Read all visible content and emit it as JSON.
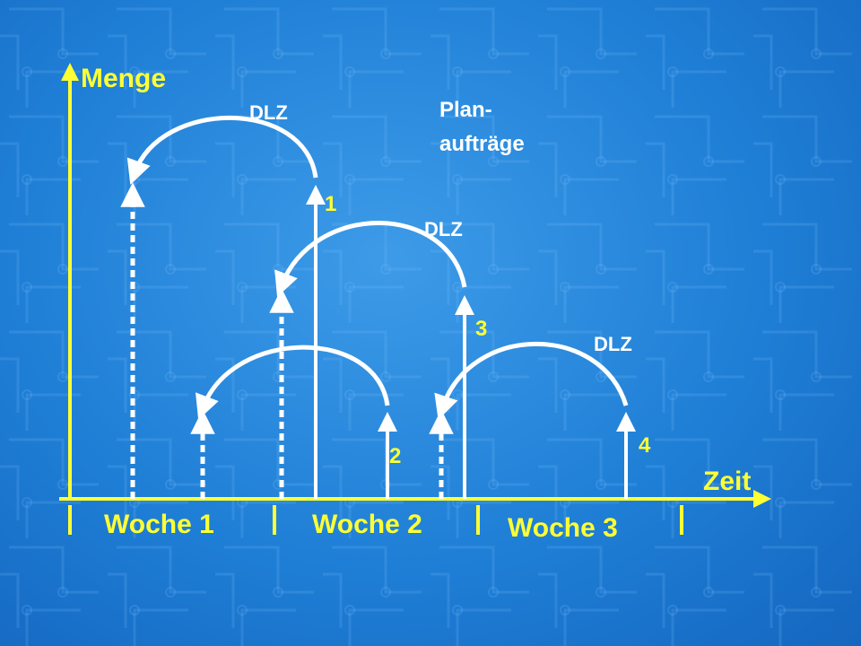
{
  "colors": {
    "background": "#1f7fd6",
    "axis": "#ffff33",
    "arrow": "#ffffff",
    "axis_label": "#ffff33",
    "number_label": "#ffff33",
    "dlz_label": "#ffffff"
  },
  "axes": {
    "y_label": "Menge",
    "x_label": "Zeit"
  },
  "weeks": [
    "Woche 1",
    "Woche 2",
    "Woche 3"
  ],
  "legend": {
    "line1": "Plan-",
    "line2": "aufträge"
  },
  "lead_time_label": "DLZ",
  "orders": [
    {
      "number": "1",
      "dlz_label": "DLZ"
    },
    {
      "number": "2"
    },
    {
      "number": "3",
      "dlz_label": "DLZ"
    },
    {
      "number": "4",
      "dlz_label": "DLZ"
    }
  ]
}
